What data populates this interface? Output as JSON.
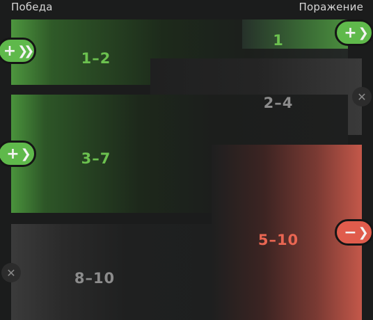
{
  "header": {
    "win": "Победа",
    "loss": "Поражение"
  },
  "rows": [
    {
      "label": "1",
      "type": "win"
    },
    {
      "label": "1–2",
      "type": "win"
    },
    {
      "label": "2–4",
      "type": "draw"
    },
    {
      "label": "3–7",
      "type": "win"
    },
    {
      "label": "5–10",
      "type": "loss"
    },
    {
      "label": "8–10",
      "type": "draw"
    }
  ],
  "buttons": {
    "plus": "+",
    "minus": "−",
    "chevron_single": "❯",
    "chevron_double": "❯❯",
    "close": "✕"
  },
  "colors": {
    "win": "#5fb94b",
    "loss": "#e05c4c",
    "neutral": "#8c8c8c"
  }
}
